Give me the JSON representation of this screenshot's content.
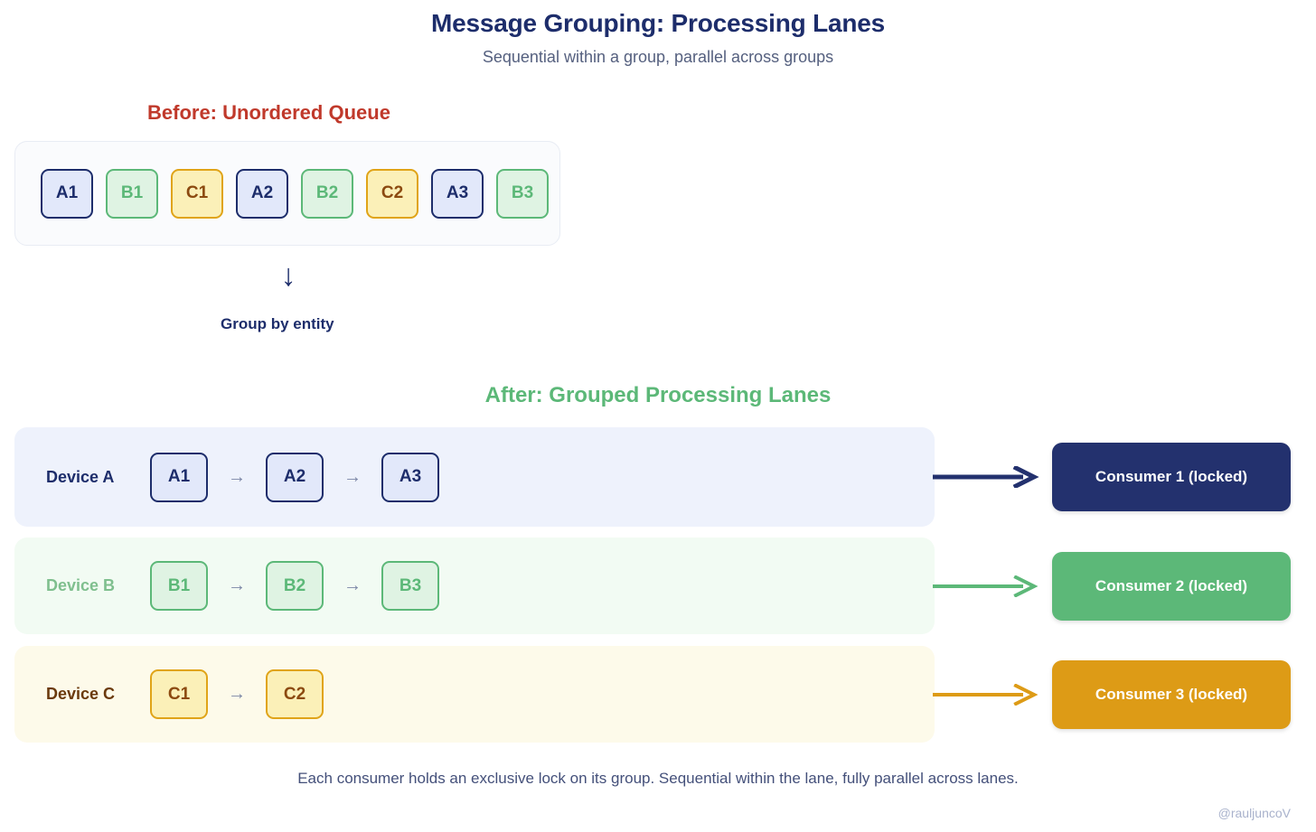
{
  "header": {
    "title": "Message Grouping: Processing Lanes",
    "subtitle": "Sequential within a group, parallel across groups"
  },
  "before": {
    "title": "Before: Unordered Queue",
    "queue": [
      {
        "label": "A1",
        "group": "a"
      },
      {
        "label": "B1",
        "group": "b"
      },
      {
        "label": "C1",
        "group": "c"
      },
      {
        "label": "A2",
        "group": "a"
      },
      {
        "label": "B2",
        "group": "b"
      },
      {
        "label": "C2",
        "group": "c"
      },
      {
        "label": "A3",
        "group": "a"
      },
      {
        "label": "B3",
        "group": "b"
      }
    ]
  },
  "transition": {
    "arrow_glyph": "↓",
    "label": "Group by entity"
  },
  "after": {
    "title": "After: Grouped Processing Lanes",
    "sequence_arrow": "→",
    "lanes": [
      {
        "label": "Device A",
        "messages": [
          "A1",
          "A2",
          "A3"
        ],
        "consumer": "Consumer 1 (locked)",
        "accent": "#23316e"
      },
      {
        "label": "Device B",
        "messages": [
          "B1",
          "B2",
          "B3"
        ],
        "consumer": "Consumer 2 (locked)",
        "accent": "#5cb878"
      },
      {
        "label": "Device C",
        "messages": [
          "C1",
          "C2"
        ],
        "consumer": "Consumer 3 (locked)",
        "accent": "#dd9b16"
      }
    ]
  },
  "footer": {
    "note": "Each consumer holds an exclusive lock on its group. Sequential within the lane, fully parallel across lanes.",
    "watermark": "@rauljuncoV"
  },
  "colors": {
    "title": "#1d2d6b",
    "before_title": "#c0392b",
    "after_title": "#5cb878",
    "group_a": "#1d2d6b",
    "group_b": "#5cb878",
    "group_c": "#e0a418"
  }
}
